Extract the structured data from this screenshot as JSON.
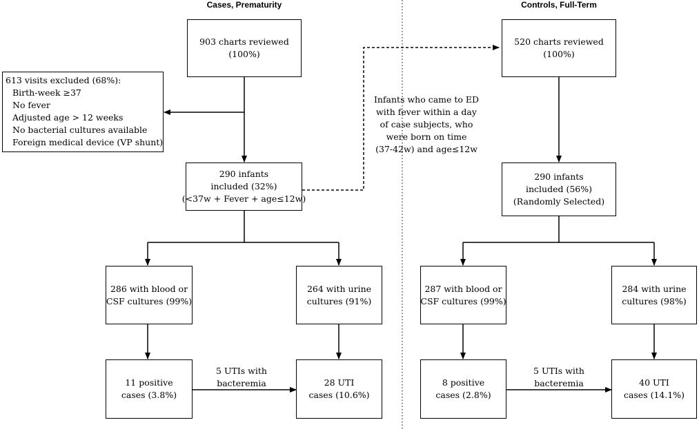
{
  "headers": {
    "cases": "Cases, Prematurity",
    "controls": "Controls, Full-Term"
  },
  "cases": {
    "reviewed": [
      "903 charts reviewed",
      "(100%)"
    ],
    "excluded": {
      "title": "613 visits excluded (68%):",
      "items": [
        "Birth-week  ≥37",
        "No fever",
        "Adjusted age > 12 weeks",
        "No bacterial cultures available",
        "Foreign medical device (VP shunt)"
      ]
    },
    "included": [
      "290 infants",
      "included (32%)",
      "(<37w + Fever + age≤12w)"
    ],
    "blood": [
      "286 with blood or",
      "CSF cultures (99%)"
    ],
    "urine": [
      "264 with urine",
      "cultures (91%)"
    ],
    "positive": [
      "11 positive",
      "cases (3.8%)"
    ],
    "uti": [
      "28 UTI",
      "cases (10.6%)"
    ],
    "overlap": [
      "5 UTIs with",
      "bacteremia"
    ]
  },
  "matching_note": [
    "Infants who came to ED",
    "with fever within a day",
    "of case subjects, who",
    "were born on time",
    "(37-42w) and age≤12w"
  ],
  "controls": {
    "reviewed": [
      "520 charts reviewed",
      "(100%)"
    ],
    "included": [
      "290 infants",
      "included (56%)",
      "(Randomly Selected)"
    ],
    "blood": [
      "287 with blood or",
      "CSF cultures (99%)"
    ],
    "urine": [
      "284 with urine",
      "cultures (98%)"
    ],
    "positive": [
      "8 positive",
      "cases (2.8%)"
    ],
    "uti": [
      "40 UTI",
      "cases (14.1%)"
    ],
    "overlap": [
      "5 UTIs with",
      "bacteremia"
    ]
  },
  "colors": {
    "line": "#000000",
    "background": "#ffffff"
  }
}
